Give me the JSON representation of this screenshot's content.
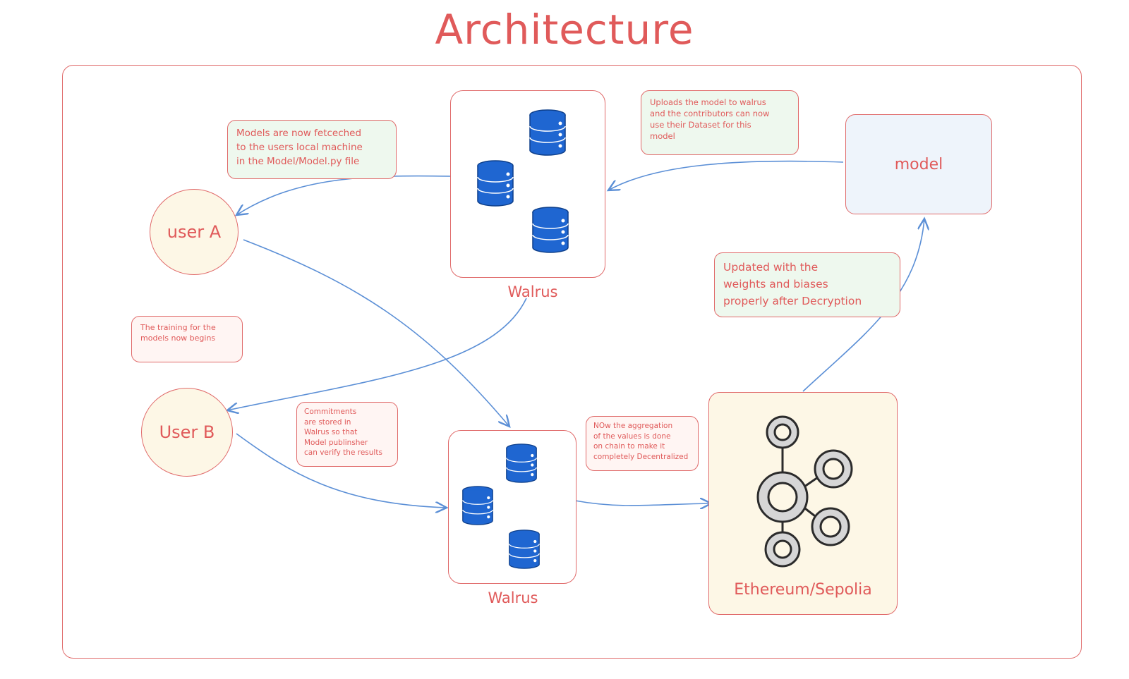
{
  "title": "Architecture",
  "nodes": {
    "walrus_top": {
      "label": "Walrus"
    },
    "walrus_bottom": {
      "label": "Walrus"
    },
    "user_a": {
      "label": "user A"
    },
    "user_b": {
      "label": "User B"
    },
    "model": {
      "label": "model"
    },
    "ethereum": {
      "label": "Ethereum/Sepolia"
    }
  },
  "notes": {
    "models_fetched": "Models are now fetceched\nto the users local machine\nin the Model/Model.py file",
    "uploads_model": "Uploads the model to walrus\nand the contributors can now\nuse their Dataset for this\nmodel",
    "updated_weights": "Updated with the\nweights and biases\nproperly after Decryption",
    "training_begins": "The training for the\nmodels now begins",
    "commitments": "Commitments\nare stored in\nWalrus so that\nModel publinsher\ncan verify the results",
    "aggregation": "NOw the aggregation\nof the values is done\non chain to make it\ncompletely Decentralized"
  },
  "colors": {
    "accent_red": "#e05a5a",
    "arrow_blue": "#5b8fd6",
    "db_blue": "#1f66d1",
    "graph_grey": "#2b2b2b"
  },
  "icons": {
    "database": "database-icon",
    "ethereum_graph": "network-graph-icon"
  }
}
